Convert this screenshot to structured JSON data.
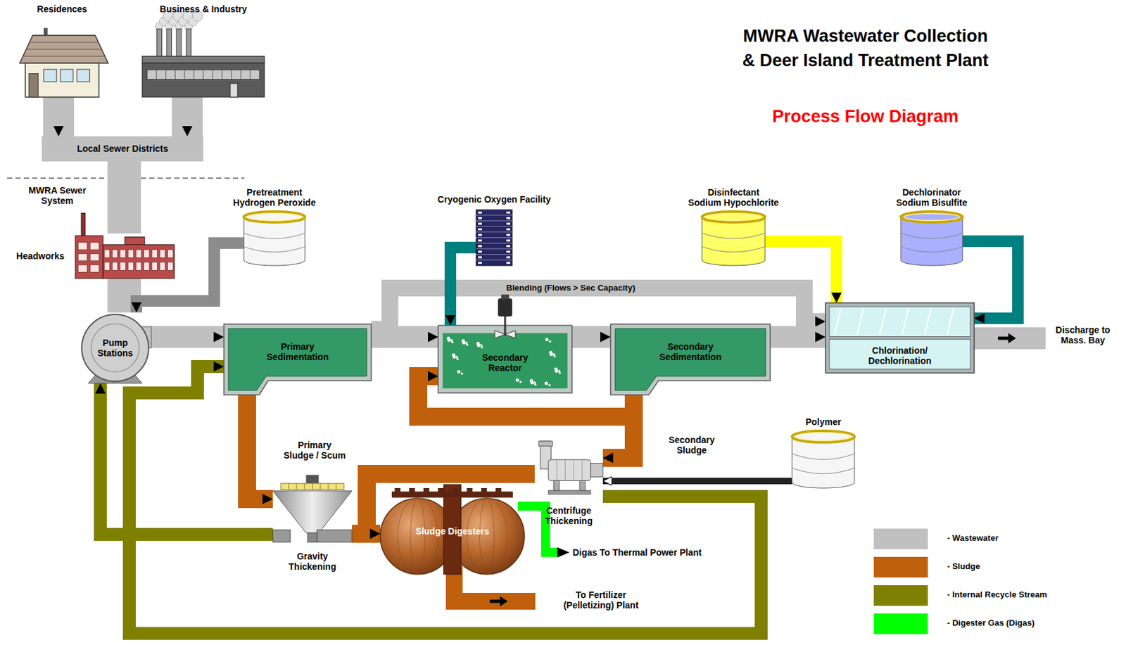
{
  "diagram": {
    "title": "MWRA Wastewater Collection & Deer Island Treatment Plant",
    "nodes": [
      {
        "text": [
          "Residences"
        ]
      },
      {
        "text": [
          "Business & Industry"
        ]
      },
      {
        "text": [
          "Local Sewer Districts"
        ]
      },
      {
        "text": [
          "Headworks"
        ]
      },
      {
        "text": [
          "Pretreatment",
          "Hydrogen Peroxide"
        ]
      },
      {
        "text": [
          "Cryogenic Oxygen Facility"
        ]
      },
      {
        "text": [
          "Disinfectant",
          "Sodium Hypochlorite"
        ]
      },
      {
        "text": [
          "Dechlorinator",
          "Sodium Bisulfite"
        ]
      },
      {
        "text": [
          "Pump Stations"
        ]
      },
      {
        "text": [
          "Primary Sedimentation"
        ]
      },
      {
        "text": [
          "Secondary Reactor"
        ]
      },
      {
        "text": [
          "Secondary Sedimentation"
        ]
      },
      {
        "text": [
          "Chlorination/ Dechlorination"
        ]
      },
      {
        "text": [
          "Polymer"
        ]
      },
      {
        "text": [
          "Centrifuge Thickening"
        ]
      },
      {
        "text": [
          "Gravity Thickening"
        ]
      },
      {
        "text": [
          "Sludge Digesters"
        ]
      }
    ],
    "edges": [
      {
        "from": 0,
        "to": 2,
        "arrow": "to"
      },
      {
        "from": 1,
        "to": 2,
        "arrow": "to"
      },
      {
        "from": 2,
        "to": 3,
        "arrow": "none"
      },
      {
        "from": 3,
        "to": 8,
        "arrow": "none"
      },
      {
        "from": 4,
        "to": 8,
        "arrow": "to"
      },
      {
        "from": 8,
        "to": 9,
        "arrow": "to"
      },
      {
        "from": 9,
        "to": 10,
        "arrow": "to"
      },
      {
        "from": 9,
        "to": 12,
        "label": "Blending (Flows > Sec Capacity)",
        "arrow": "to"
      },
      {
        "from": 5,
        "to": 10,
        "arrow": "to"
      },
      {
        "from": 10,
        "to": 11,
        "arrow": "to"
      },
      {
        "from": 11,
        "to": 12,
        "arrow": "to"
      },
      {
        "from": 6,
        "to": 12,
        "arrow": "to"
      },
      {
        "from": 7,
        "to": 12,
        "arrow": "to"
      },
      {
        "from": 9,
        "to": 15,
        "label": "Primary Sludge / Scum",
        "arrow": "to"
      },
      {
        "from": 11,
        "to": 10,
        "arrow": "to"
      },
      {
        "from": 11,
        "to": 14,
        "label": "Secondary Sludge",
        "arrow": "to"
      },
      {
        "from": 13,
        "to": 14,
        "arrow": "to"
      },
      {
        "from": 14,
        "to": 16,
        "arrow": "to"
      },
      {
        "from": 15,
        "to": 16,
        "arrow": "to"
      },
      {
        "from": 15,
        "to": 8,
        "arrow": "to"
      },
      {
        "from": 14,
        "to": 9,
        "arrow": "to"
      }
    ],
    "labels": [
      "MWRA Sewer System",
      "Process Flow Diagram",
      "Discharge to Mass. Bay",
      "Digas To Thermal Power Plant",
      "To Fertilizer (Pelletizing) Plant"
    ],
    "legend": [
      {
        "text": "- Wastewater",
        "color": "#c0c0c0"
      },
      {
        "text": "- Sludge",
        "color": "#c0600c"
      },
      {
        "text": "- Internal Recycle Stream",
        "color": "#808000"
      },
      {
        "text": "- Digester Gas (Digas)",
        "color": "#00ff00"
      }
    ]
  }
}
